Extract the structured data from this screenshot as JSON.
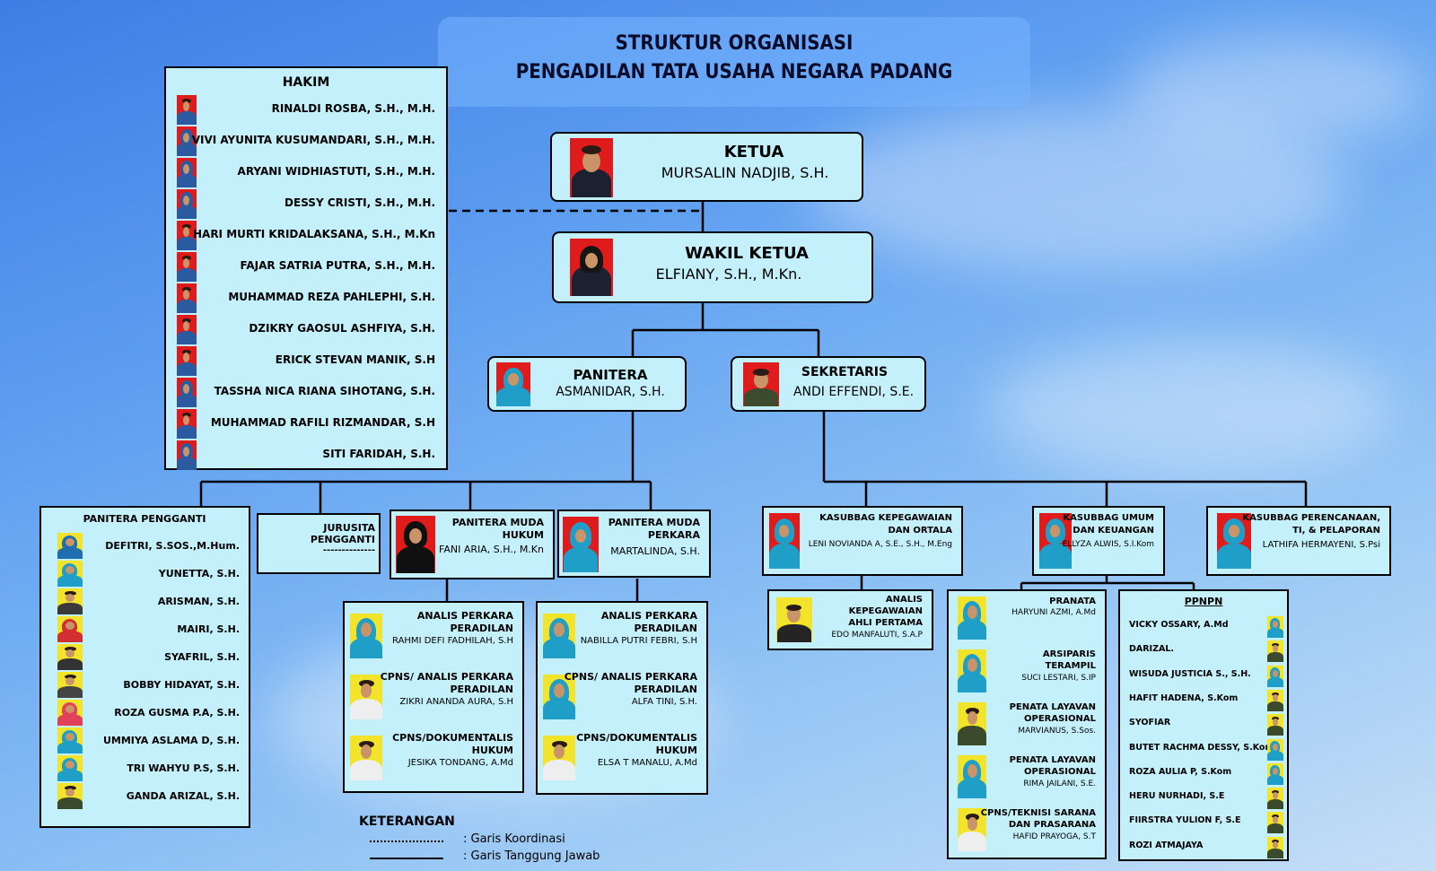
{
  "title": {
    "line1": "STRUKTUR ORGANISASI",
    "line2": "PENGADILAN TATA USAHA NEGARA PADANG"
  },
  "ketua": {
    "role": "KETUA",
    "name": "MURSALIN NADJIB, S.H."
  },
  "wakil": {
    "role": "WAKIL KETUA",
    "name": "ELFIANY, S.H., M.Kn."
  },
  "panitera": {
    "role": "PANITERA",
    "name": "ASMANIDAR, S.H."
  },
  "sekretaris": {
    "role": "SEKRETARIS",
    "name": "ANDI EFFENDI, S.E."
  },
  "hakim": {
    "title": "HAKIM",
    "members": [
      "RINALDI ROSBA, S.H., M.H.",
      "VIVI AYUNITA KUSUMANDARI, S.H., M.H.",
      "ARYANI WIDHIASTUTI, S.H., M.H.",
      "DESSY CRISTI, S.H., M.H.",
      "HARI MURTI KRIDALAKSANA, S.H., M.Kn",
      "FAJAR SATRIA PUTRA, S.H., M.H.",
      "MUHAMMAD REZA PAHLEPHI, S.H.",
      "DZIKRY GAOSUL ASHFIYA, S.H.",
      "ERICK STEVAN MANIK, S.H",
      "TASSHA NICA RIANA SIHOTANG, S.H.",
      "MUHAMMAD RAFILI RIZMANDAR, S.H",
      "SITI FARIDAH, S.H."
    ]
  },
  "panitera_pengganti": {
    "title": "PANITERA PENGGANTI",
    "members": [
      "DEFITRI, S.SOS.,M.Hum.",
      "YUNETTA, S.H.",
      "ARISMAN, S.H.",
      "MAIRI, S.H.",
      "SYAFRIL, S.H.",
      "BOBBY HIDAYAT, S.H.",
      "ROZA GUSMA P.A, S.H.",
      "UMMIYA ASLAMA D, S.H.",
      "TRI WAHYU P.S, S.H.",
      "GANDA ARIZAL, S.H."
    ]
  },
  "jurusita": {
    "title1": "JURUSITA",
    "title2": "PENGGANTI",
    "name": "--------------"
  },
  "pm_hukum": {
    "role1": "PANITERA MUDA",
    "role2": "HUKUM",
    "name": "FANI ARIA, S.H., M.Kn"
  },
  "pm_perkara": {
    "role1": "PANITERA MUDA",
    "role2": "PERKARA",
    "name": "MARTALINDA, S.H."
  },
  "staf_hukum": [
    {
      "role1": "ANALIS PERKARA",
      "role2": "PERADILAN",
      "name": "RAHMI DEFI FADHILAH, S.H"
    },
    {
      "role1": "CPNS/ ANALIS PERKARA",
      "role2": "PERADILAN",
      "name": "ZIKRI ANANDA AURA, S.H"
    },
    {
      "role1": "CPNS/DOKUMENTALIS",
      "role2": "HUKUM",
      "name": "JESIKA TONDANG, A.Md"
    }
  ],
  "staf_perkara": [
    {
      "role1": "ANALIS PERKARA",
      "role2": "PERADILAN",
      "name": "NABILLA PUTRI FEBRI, S.H"
    },
    {
      "role1": "CPNS/ ANALIS PERKARA",
      "role2": "PERADILAN",
      "name": "ALFA TINI, S.H."
    },
    {
      "role1": "CPNS/DOKUMENTALIS",
      "role2": "HUKUM",
      "name": "ELSA T MANALU, A.Md"
    }
  ],
  "kasubbag_kepeg": {
    "role1": "KASUBBAG KEPEGAWAIAN",
    "role2": "DAN ORTALA",
    "name": "LENI NOVIANDA A, S.E., S.H., M.Eng"
  },
  "analis_kepeg": {
    "role1": "ANALIS",
    "role2": "KEPEGAWAIAN",
    "role3": "AHLI PERTAMA",
    "name": "EDO MANFALUTI, S.A.P"
  },
  "kasubbag_umum": {
    "role1": "KASUBBAG UMUM",
    "role2": "DAN KEUANGAN",
    "name": "ELLYZA ALWIS, S.I.Kom"
  },
  "kasubbag_ptip": {
    "role1": "KASUBBAG PERENCANAAN,",
    "role2": "TI, & PELAPORAN",
    "name": "LATHIFA HERMAYENI, S.Psi"
  },
  "staf_umum": [
    {
      "role1": "PRANATA",
      "role2": "",
      "name": "HARYUNI AZMI, A.Md"
    },
    {
      "role1": "ARSIPARIS",
      "role2": "TERAMPIL",
      "name": "SUCI LESTARI, S.IP"
    },
    {
      "role1": "PENATA LAYAVAN",
      "role2": "OPERASIONAL",
      "name": "MARVIANUS, S.Sos."
    },
    {
      "role1": "PENATA LAYAVAN",
      "role2": "OPERASIONAL",
      "name": "RIMA JAILANI, S.E."
    },
    {
      "role1": "CPNS/TEKNISI SARANA",
      "role2": "DAN PRASARANA",
      "name": "HAFID PRAYOGA, S.T"
    }
  ],
  "ppnpn": {
    "title": "PPNPN",
    "members": [
      "VICKY OSSARY, A.Md",
      "DARIZAL.",
      "WISUDA JUSTICIA S., S.H.",
      "HAFIT HADENA, S.Kom",
      "SYOFIAR",
      "BUTET RACHMA DESSY, S.Kom.",
      "ROZA AULIA P, S.Kom",
      "HERU NURHADI, S.E",
      "FIIRSTRA YULION F, S.E",
      "ROZI ATMAJAYA"
    ]
  },
  "legend": {
    "title": "KETERANGAN",
    "coord": ": Garis Koordinasi",
    "resp": ": Garis Tanggung Jawab"
  },
  "colors": {
    "box_fill": "#c3f0fb",
    "photo_red": "#e01b1b",
    "photo_yellow": "#f2e42a"
  }
}
